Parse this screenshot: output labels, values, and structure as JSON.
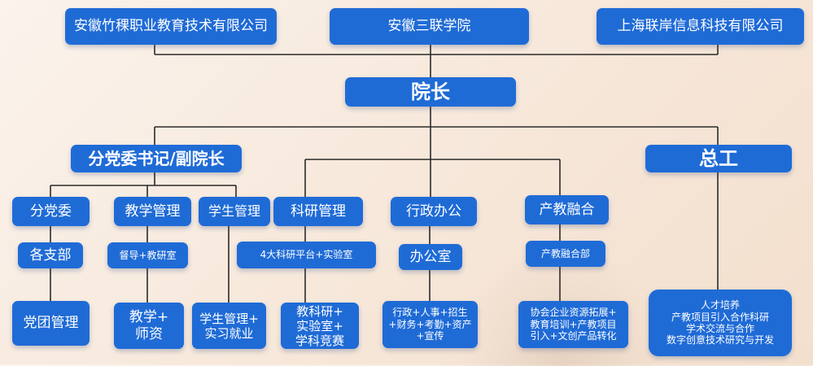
{
  "colors": {
    "box": "#1f6bd6",
    "line": "#2a2a2a",
    "text": "#ffffff"
  },
  "top": {
    "left": "安徽竹稞职业教育技术有限公司",
    "center": "安徽三联学院",
    "right": "上海联岸信息科技有限公司"
  },
  "dean": "院长",
  "secretary": "分党委书记/副院长",
  "chief_engineer": "总工",
  "departments": {
    "party": "分党委",
    "teaching": "教学管理",
    "student": "学生管理",
    "research": "科研管理",
    "admin": "行政办公",
    "industry": "产教融合"
  },
  "sub_units": {
    "branch": "各支部",
    "teaching_office": "督导+教研室",
    "research_platform": "4大科研平台+实验室",
    "office": "办公室",
    "industry_dept": "产教融合部"
  },
  "duties": {
    "party": "党团管理",
    "teaching": "教学+\n师资",
    "student": "学生管理+\n实习就业",
    "research": "教科研+\n实验室+\n学科竞赛",
    "admin": "行政+人事+招生\n+财务+考勤+资产\n+宣传",
    "industry": "协会企业资源拓展+\n教育培训+产教项目\n引入+文创产品转化",
    "chief": "人才培养\n产教项目引入合作科研\n学术交流与合作\n数字创意技术研究与开发"
  }
}
